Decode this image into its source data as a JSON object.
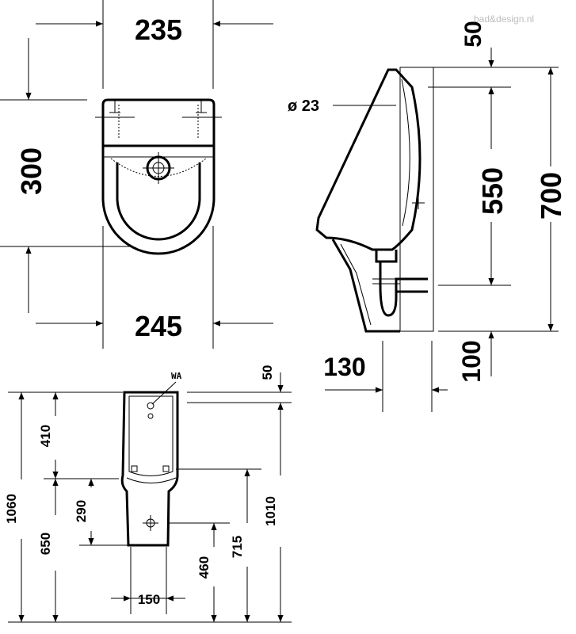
{
  "watermark": "bad&design.nl",
  "top_view": {
    "dim_width_top": "235",
    "dim_height": "300",
    "dim_width_bottom": "245"
  },
  "side_view": {
    "dim_top_offset": "50",
    "pipe_diameter": "ø 23",
    "dim_550": "550",
    "dim_700": "700",
    "dim_projection": "130",
    "dim_bottom_offset": "100"
  },
  "front_view": {
    "water_inlet_label": "WA",
    "dim_50": "50",
    "dim_1060": "1060",
    "dim_410": "410",
    "dim_650": "650",
    "dim_290": "290",
    "dim_715": "715",
    "dim_1010": "1010",
    "dim_460": "460",
    "dim_150": "150"
  }
}
